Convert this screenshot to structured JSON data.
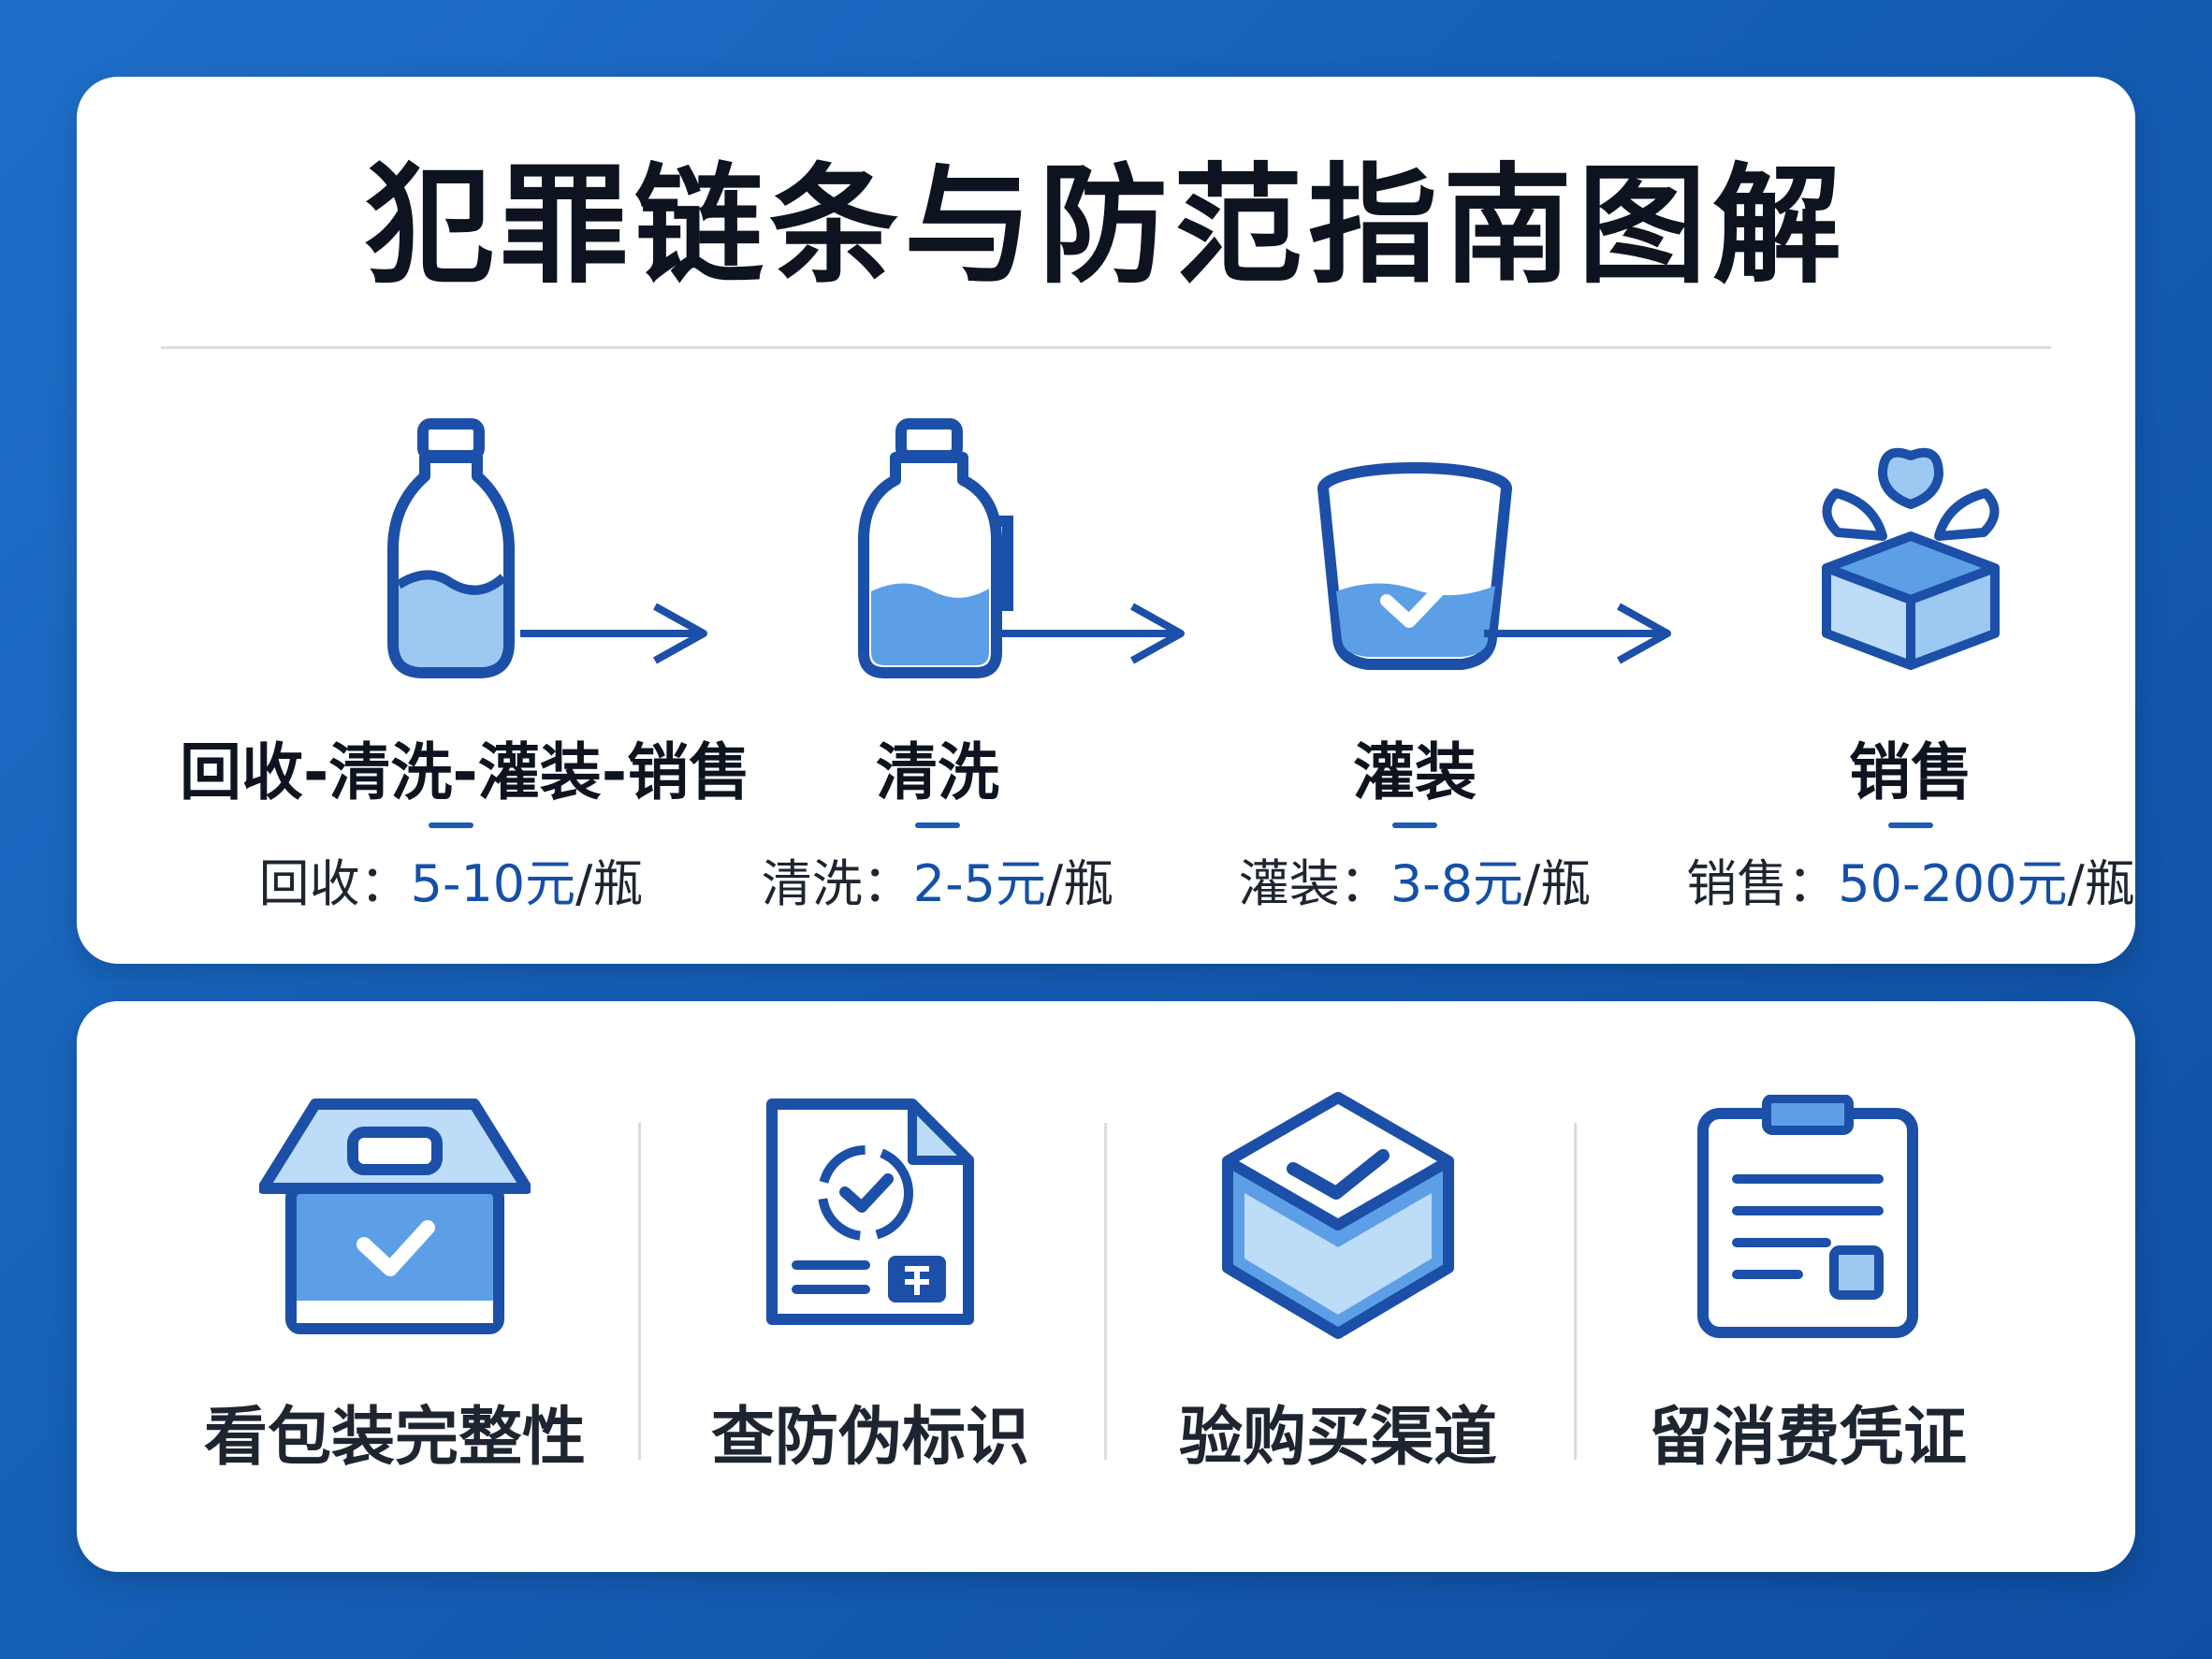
{
  "title": "犯罪链条与防范指南图解",
  "chain": [
    {
      "label": "回收-清洗-灌装-销售",
      "price_prefix": "回收：",
      "price_value": "5-10元",
      "price_suffix": "/瓶",
      "icon": "water-bottle-icon"
    },
    {
      "label": "清洗",
      "price_prefix": "清洗：",
      "price_value": "2-5元",
      "price_suffix": "/瓶",
      "icon": "jug-icon"
    },
    {
      "label": "灌装",
      "price_prefix": "灌装：",
      "price_value": "3-8元",
      "price_suffix": "/瓶",
      "icon": "bucket-check-icon"
    },
    {
      "label": "销售",
      "price_prefix": "销售：",
      "price_value": "50-200元",
      "price_suffix": "/瓶",
      "icon": "gift-box-icon"
    }
  ],
  "tips": [
    {
      "label": "看包装完整性",
      "icon": "package-check-icon"
    },
    {
      "label": "查防伪标识",
      "icon": "anti-counterfeit-document-icon"
    },
    {
      "label": "验购买渠道",
      "icon": "verified-box-icon"
    },
    {
      "label": "留消费凭证",
      "icon": "receipt-clipboard-icon"
    }
  ],
  "colors": {
    "background": "#1660b8",
    "accent": "#1c5bb8",
    "accent_light": "#9cc8f2",
    "text": "#0d1420"
  }
}
